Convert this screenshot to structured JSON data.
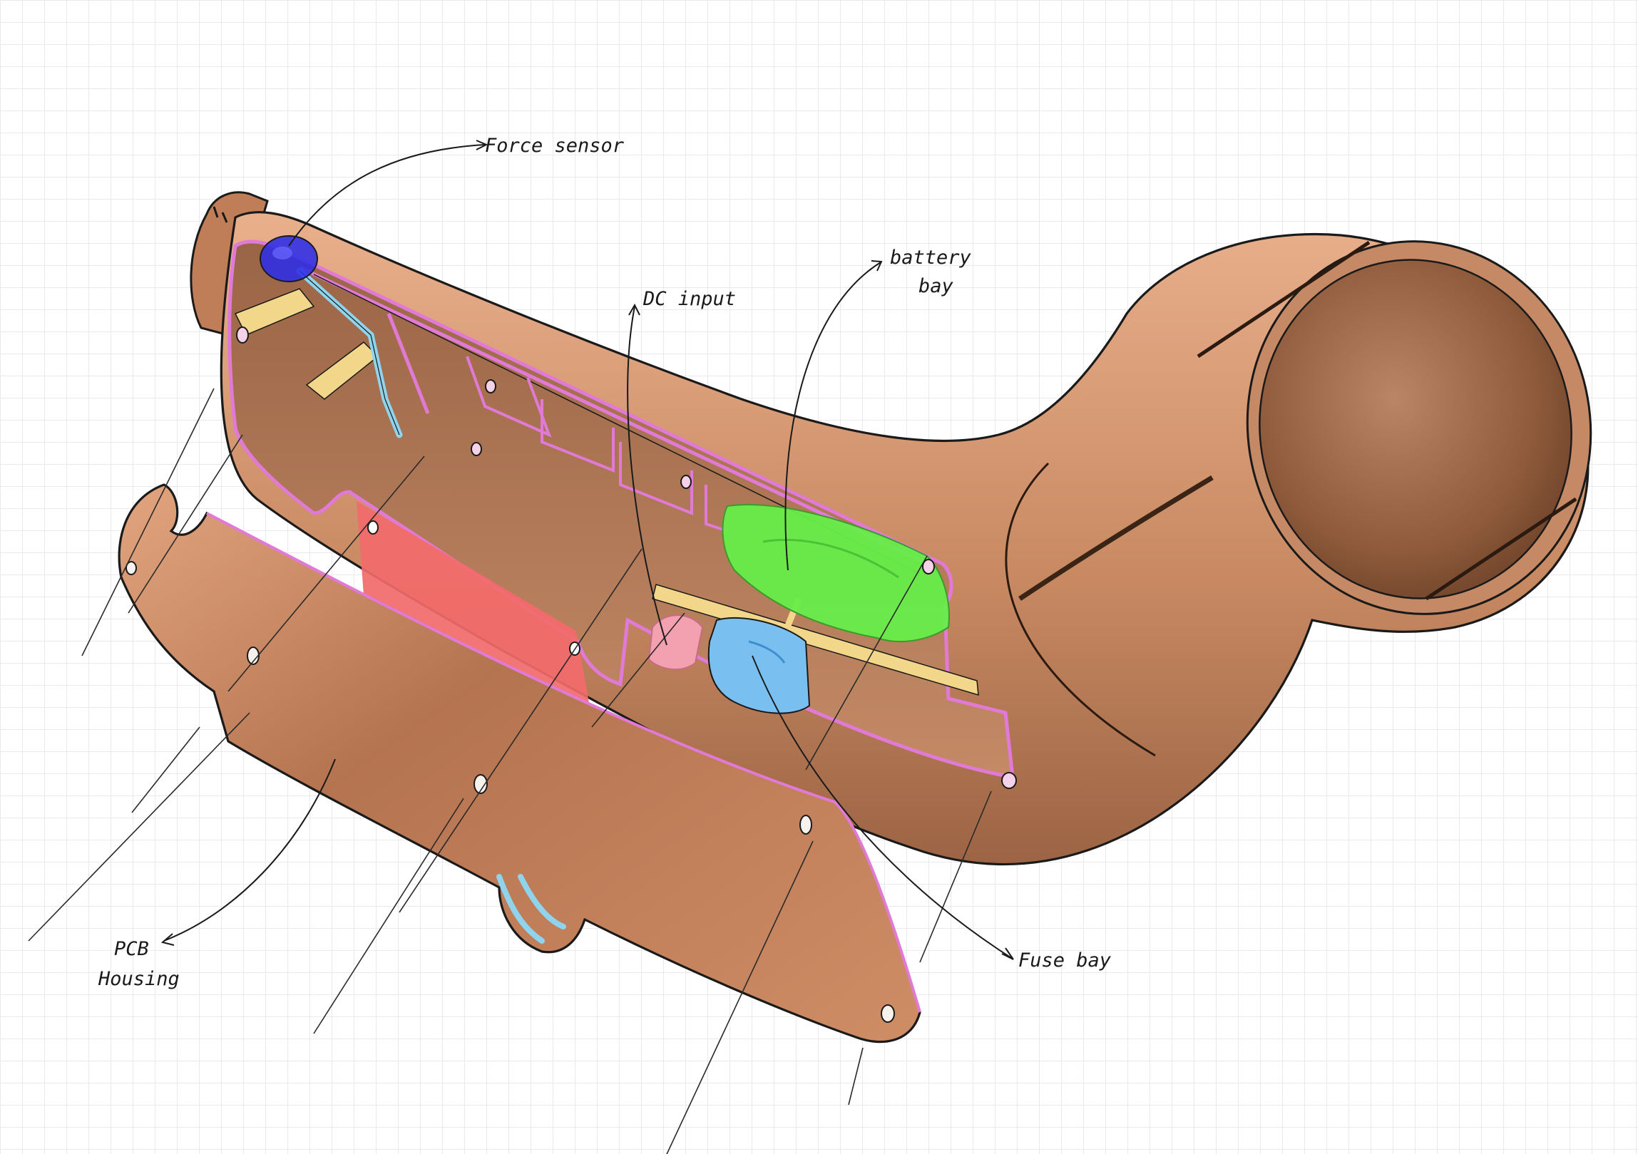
{
  "diagram": {
    "labels": {
      "force_sensor": "Force sensor",
      "dc_input": "DC input",
      "battery_bay_line1": "battery",
      "battery_bay_line2": "bay",
      "pcb_housing_line1": "PCB",
      "pcb_housing_line2": "Housing",
      "fuse_bay": "Fuse bay"
    }
  },
  "colors": {
    "shell": "#c98a63",
    "shell_dark": "#8e5a3b",
    "rim": "#e07ad6",
    "force_sensor": "#2e2ee8",
    "battery_bay": "#66ee4a",
    "fuse_bay": "#79c0f0",
    "dc_input": "#f3a0b0",
    "pcb_board": "#f26a6a",
    "rib_yellow": "#f2d68a",
    "wire_blue": "#8fd3ec",
    "grid": "#e4e4e4"
  }
}
